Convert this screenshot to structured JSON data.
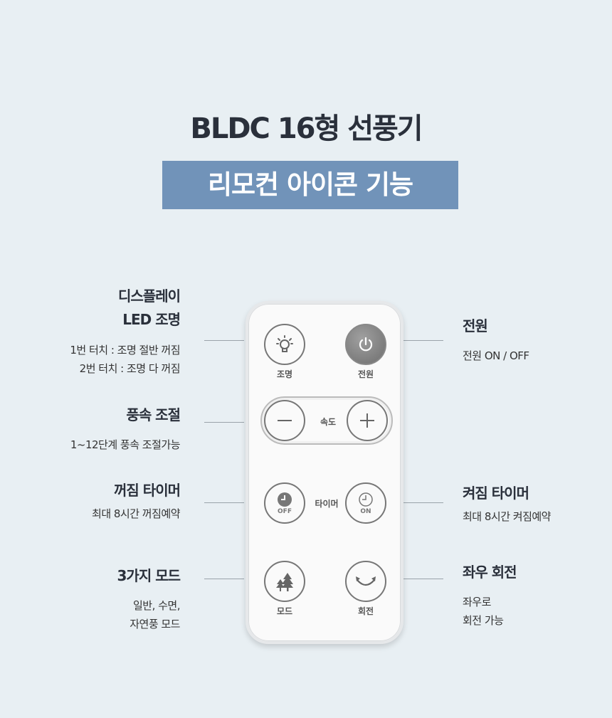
{
  "header": {
    "title": "BLDC 16형 선풍기",
    "subtitle": "리모컨 아이콘 기능"
  },
  "features": {
    "led": {
      "title_line1": "디스플레이",
      "title_line2": "LED 조명",
      "desc_line1": "1번 터치 : 조명 절반 꺼짐",
      "desc_line2": "2번 터치 : 조명 다 꺼짐"
    },
    "speed": {
      "title": "풍속 조절",
      "desc": "1~12단계 풍속 조절가능"
    },
    "off_timer": {
      "title": "꺼짐 타이머",
      "desc": "최대 8시간 꺼짐예약"
    },
    "mode": {
      "title": "3가지 모드",
      "desc_line1": "일반, 수면,",
      "desc_line2": "자연풍 모드"
    },
    "power": {
      "title": "전원",
      "desc": "전원 ON / OFF"
    },
    "on_timer": {
      "title": "켜짐 타이머",
      "desc": "최대 8시간 켜짐예약"
    },
    "rotate": {
      "title": "좌우 회전",
      "desc_line1": "좌우로",
      "desc_line2": "회전 가능"
    }
  },
  "remote": {
    "light": "조명",
    "power": "전원",
    "speed": "속도",
    "timer": "타이머",
    "off": "OFF",
    "on": "ON",
    "mode": "모드",
    "rotate": "회전"
  }
}
